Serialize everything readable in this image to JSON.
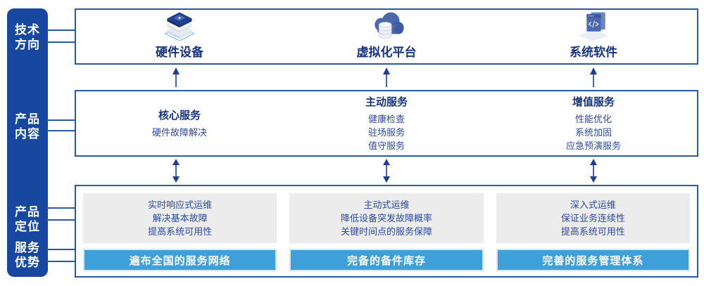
{
  "colors": {
    "sidebar_bg": "#1648a0",
    "box_border": "#2b5aa5",
    "line": "#2b5aa5",
    "title_text": "#15337f",
    "body_text": "#2c4a9e",
    "panel_bg": "#ececec",
    "banner_bg": "#3f9fd9",
    "banner_border": "#cfe7f6",
    "arrow": "#1c3e96"
  },
  "sidebar": {
    "items": [
      {
        "line1": "技术",
        "line2": "方向"
      },
      {
        "line1": "产品",
        "line2": "内容"
      },
      {
        "line1": "产品",
        "line2": "定位"
      },
      {
        "line1": "服务",
        "line2": "优势"
      }
    ]
  },
  "tech_row": {
    "items": [
      {
        "icon": "server-stack-icon",
        "label": "硬件设备"
      },
      {
        "icon": "cloud-database-icon",
        "label": "虚拟化平台"
      },
      {
        "icon": "code-window-icon",
        "label": "系统软件"
      }
    ]
  },
  "content_row": {
    "columns": [
      {
        "title": "核心服务",
        "items": [
          "硬件故障解决"
        ]
      },
      {
        "title": "主动服务",
        "items": [
          "健康检查",
          "驻场服务",
          "值守服务"
        ]
      },
      {
        "title": "增值服务",
        "items": [
          "性能优化",
          "系统加固",
          "应急预演服务"
        ]
      }
    ]
  },
  "bottom_row": {
    "columns": [
      {
        "positioning": [
          "实时响应式运维",
          "解决基本故障",
          "提高系统可用性"
        ],
        "advantage": "遍布全国的服务网络"
      },
      {
        "positioning": [
          "主动式运维",
          "降低设备突发故障概率",
          "关键时间点的服务保障"
        ],
        "advantage": "完备的备件库存"
      },
      {
        "positioning": [
          "深入式运维",
          "保证业务连续性",
          "提高系统可用性"
        ],
        "advantage": "完善的服务管理体系"
      }
    ]
  }
}
